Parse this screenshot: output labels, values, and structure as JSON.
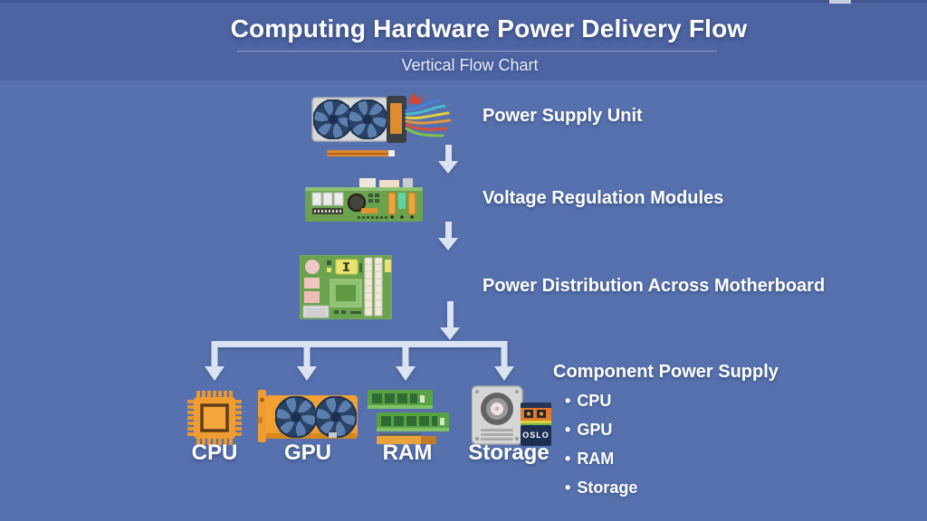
{
  "header": {
    "title": "Computing Hardware Power Delivery Flow",
    "subtitle": "Vertical Flow Chart"
  },
  "flow": {
    "steps": [
      {
        "icon": "psu-icon",
        "label": "Power Supply Unit"
      },
      {
        "icon": "vrm-icon",
        "label": "Voltage Regulation Modules"
      },
      {
        "icon": "motherboard-icon",
        "label": "Power Distribution Across Motherboard"
      }
    ],
    "components": [
      {
        "icon": "cpu-icon",
        "label": "CPU"
      },
      {
        "icon": "gpu-icon",
        "label": "GPU"
      },
      {
        "icon": "ram-icon",
        "label": "RAM"
      },
      {
        "icon": "storage-icon",
        "label": "Storage",
        "drive_text": "OSLO"
      }
    ]
  },
  "legend": {
    "title": "Component Power Supply",
    "bullet": "•",
    "items": [
      "CPU",
      "GPU",
      "RAM",
      "Storage"
    ]
  },
  "colors": {
    "background": "#5671ae",
    "header_band": "#4d63a2",
    "arrow": "#d9e3f2",
    "text": "#ffffff",
    "pcb_green": "#6ba24e",
    "hardware_orange": "#ef9c31",
    "fan_navy": "#2b4267"
  }
}
